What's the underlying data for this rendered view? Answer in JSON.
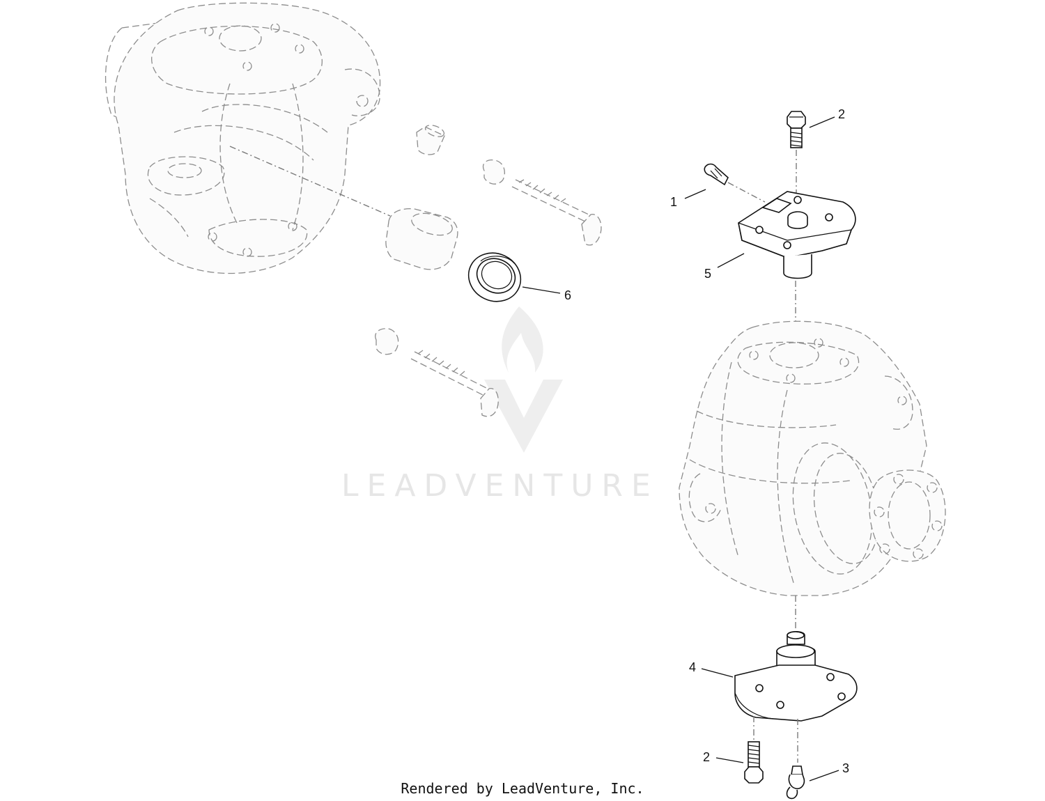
{
  "callouts": [
    {
      "id": "1",
      "label": "1"
    },
    {
      "id": "2a",
      "label": "2"
    },
    {
      "id": "2b",
      "label": "2"
    },
    {
      "id": "3",
      "label": "3"
    },
    {
      "id": "4",
      "label": "4"
    },
    {
      "id": "5",
      "label": "5"
    },
    {
      "id": "6",
      "label": "6"
    }
  ],
  "watermark": {
    "text": "LEADVENTURE"
  },
  "footer": {
    "text": "Rendered by LeadVenture, Inc."
  },
  "colors": {
    "line": "#111111",
    "ghost": "#8c8c8c",
    "watermark": "#e6e6e6"
  }
}
